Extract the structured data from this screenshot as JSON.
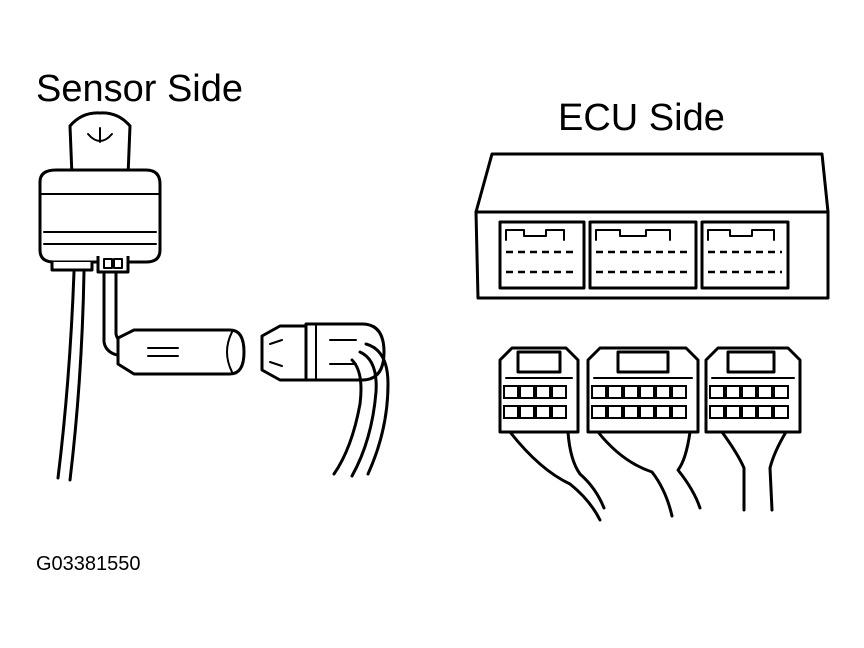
{
  "labels": {
    "sensor_side": "Sensor Side",
    "ecu_side": "ECU Side",
    "figure_code": "G03381550"
  },
  "drawing": {
    "style": "black line art on white",
    "parts": [
      "sensor-connector",
      "sensor-harness",
      "inline-connector-male",
      "inline-connector-female",
      "ecu-unit",
      "ecu-connectors"
    ]
  }
}
